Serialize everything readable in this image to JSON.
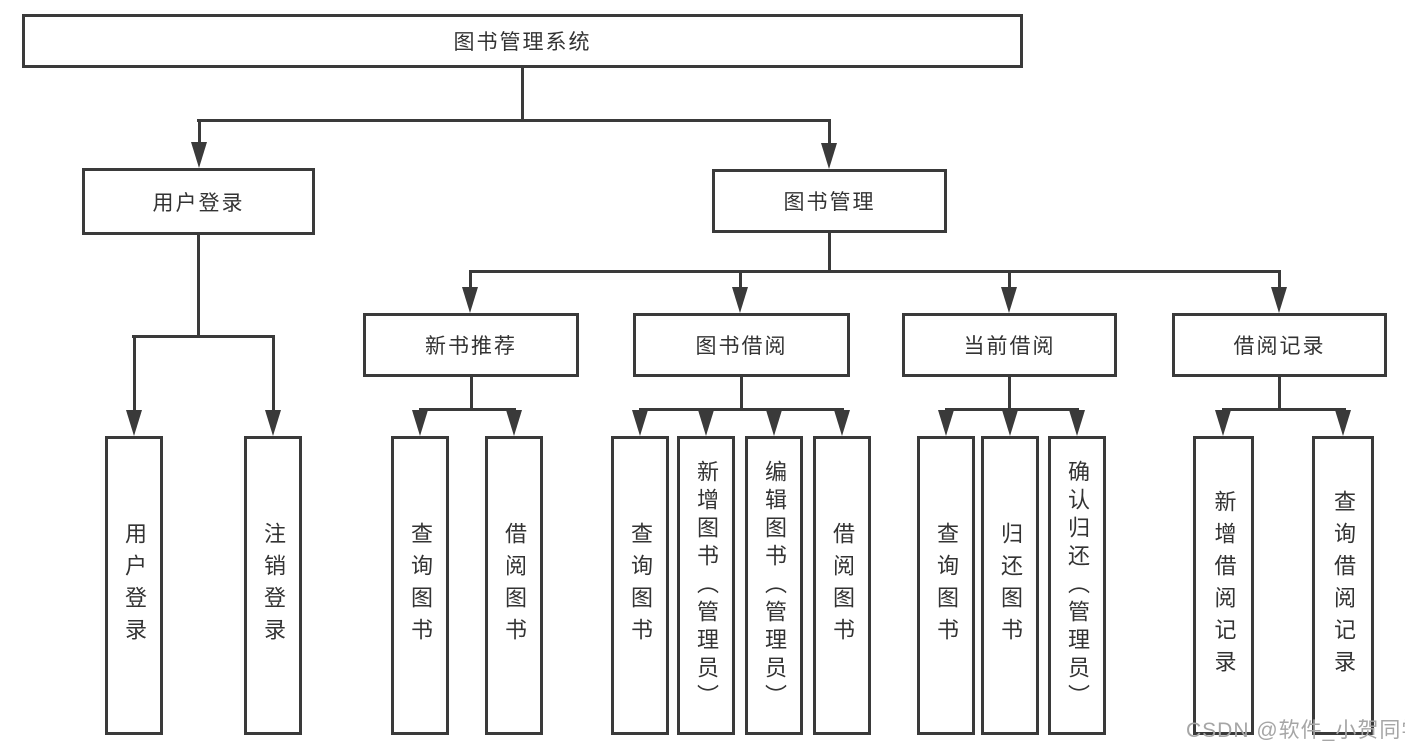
{
  "diagram": {
    "root": "图书管理系统",
    "level2": [
      "用户登录",
      "图书管理"
    ],
    "level3": [
      "新书推荐",
      "图书借阅",
      "当前借阅",
      "借阅记录"
    ],
    "leaves_user_login": [
      "用户登录",
      "注销登录"
    ],
    "leaves_new_book": [
      "查询图书",
      "借阅图书"
    ],
    "leaves_book_borrow": [
      "查询图书",
      "新增图书（管理员）",
      "编辑图书（管理员）",
      "借阅图书"
    ],
    "leaves_current_borrow": [
      "查询图书",
      "归还图书",
      "确认归还（管理员）"
    ],
    "leaves_borrow_records": [
      "新增借阅记录",
      "查询借阅记录"
    ],
    "watermark": "CSDN @软件_小贺同学",
    "colors": {
      "line": "#3a3a3a",
      "text": "#333333",
      "background": "#ffffff",
      "watermark": "#a6a6a6"
    }
  }
}
